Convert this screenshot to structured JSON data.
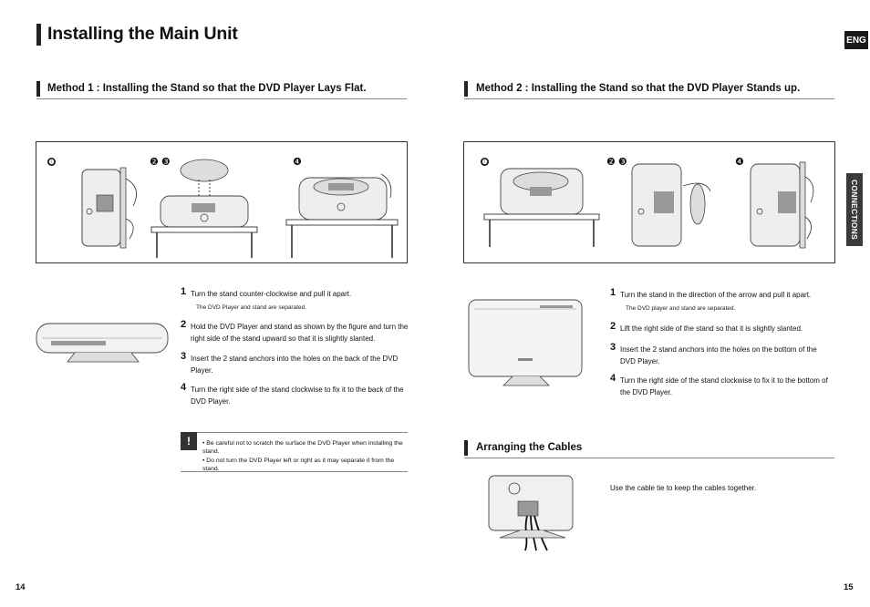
{
  "page_title": "Installing the Main Unit",
  "lang_badge": "ENG",
  "side_tab": "CONNECTIONS",
  "method1": {
    "heading": "Method 1 : Installing the Stand so that the DVD Player Lays Flat.",
    "fig_labels": [
      "❶",
      "❷ ❸",
      "❹"
    ],
    "steps": [
      {
        "num": "1",
        "text": "Turn the stand counter-clockwise and pull it apart.",
        "sub": "The DVD Player and stand are separated."
      },
      {
        "num": "2",
        "text": "Hold the DVD Player and stand as shown by the figure and turn the right side of the stand upward so that it is slightly slanted."
      },
      {
        "num": "3",
        "text": "Insert the 2 stand anchors into the holes on the back of the DVD Player."
      },
      {
        "num": "4",
        "text": "Turn the right side of the stand clockwise to fix it to the back of the DVD Player."
      }
    ],
    "notes": [
      "• Be careful not to scratch the surface the DVD Player when installing the stand.",
      "• Do not turn the DVD Player left or right as it may separate it from the stand."
    ]
  },
  "method2": {
    "heading": "Method 2 : Installing the Stand so that the DVD Player Stands up.",
    "fig_labels": [
      "❶",
      "❷ ❸",
      "❹"
    ],
    "steps": [
      {
        "num": "1",
        "text": "Turn the stand in the direction of the arrow and pull it apart.",
        "sub": "The DVD player and stand are separated."
      },
      {
        "num": "2",
        "text": "Lift the right side of the stand so that it is slightly slanted."
      },
      {
        "num": "3",
        "text": "Insert the 2 stand anchors into the holes on the bottom of the DVD Player."
      },
      {
        "num": "4",
        "text": "Turn the right side of the stand clockwise to fix it to the bottom of the DVD Player."
      }
    ]
  },
  "cables": {
    "heading": "Arranging the Cables",
    "text": "Use the cable tie to keep the cables together."
  },
  "page_numbers": {
    "left": "14",
    "right": "15"
  }
}
